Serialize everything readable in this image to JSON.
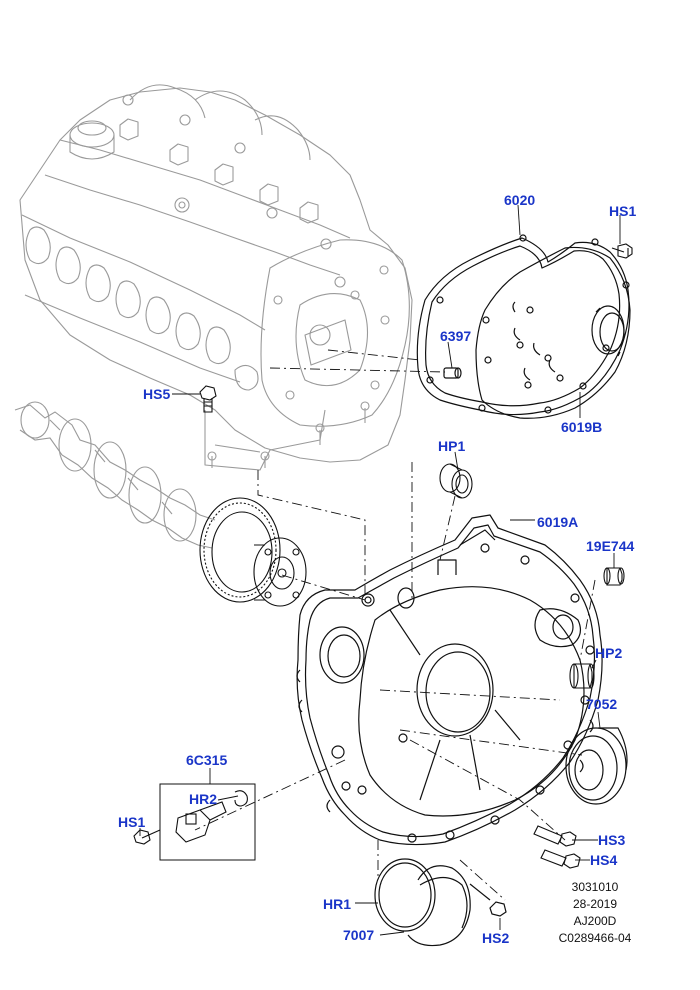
{
  "colors": {
    "callout": "#1a35c8",
    "engine_outline": "#9a9a9a",
    "part_outline": "#111111",
    "leader": "#111111"
  },
  "callouts": {
    "c6020": "6020",
    "hs1_top": "HS1",
    "c6397": "6397",
    "hs5": "HS5",
    "c6019b": "6019B",
    "hp1": "HP1",
    "c6019a": "6019A",
    "c19e744": "19E744",
    "hp2": "HP2",
    "c7052": "7052",
    "c6c315": "6C315",
    "hr2": "HR2",
    "hs1_bottom": "HS1",
    "hs3": "HS3",
    "hs4": "HS4",
    "hr1": "HR1",
    "c7007": "7007",
    "hs2": "HS2"
  },
  "reference": {
    "line1": "3031010",
    "line2": "28-2019",
    "line3": "AJ200D",
    "line4": "C0289466-04"
  }
}
